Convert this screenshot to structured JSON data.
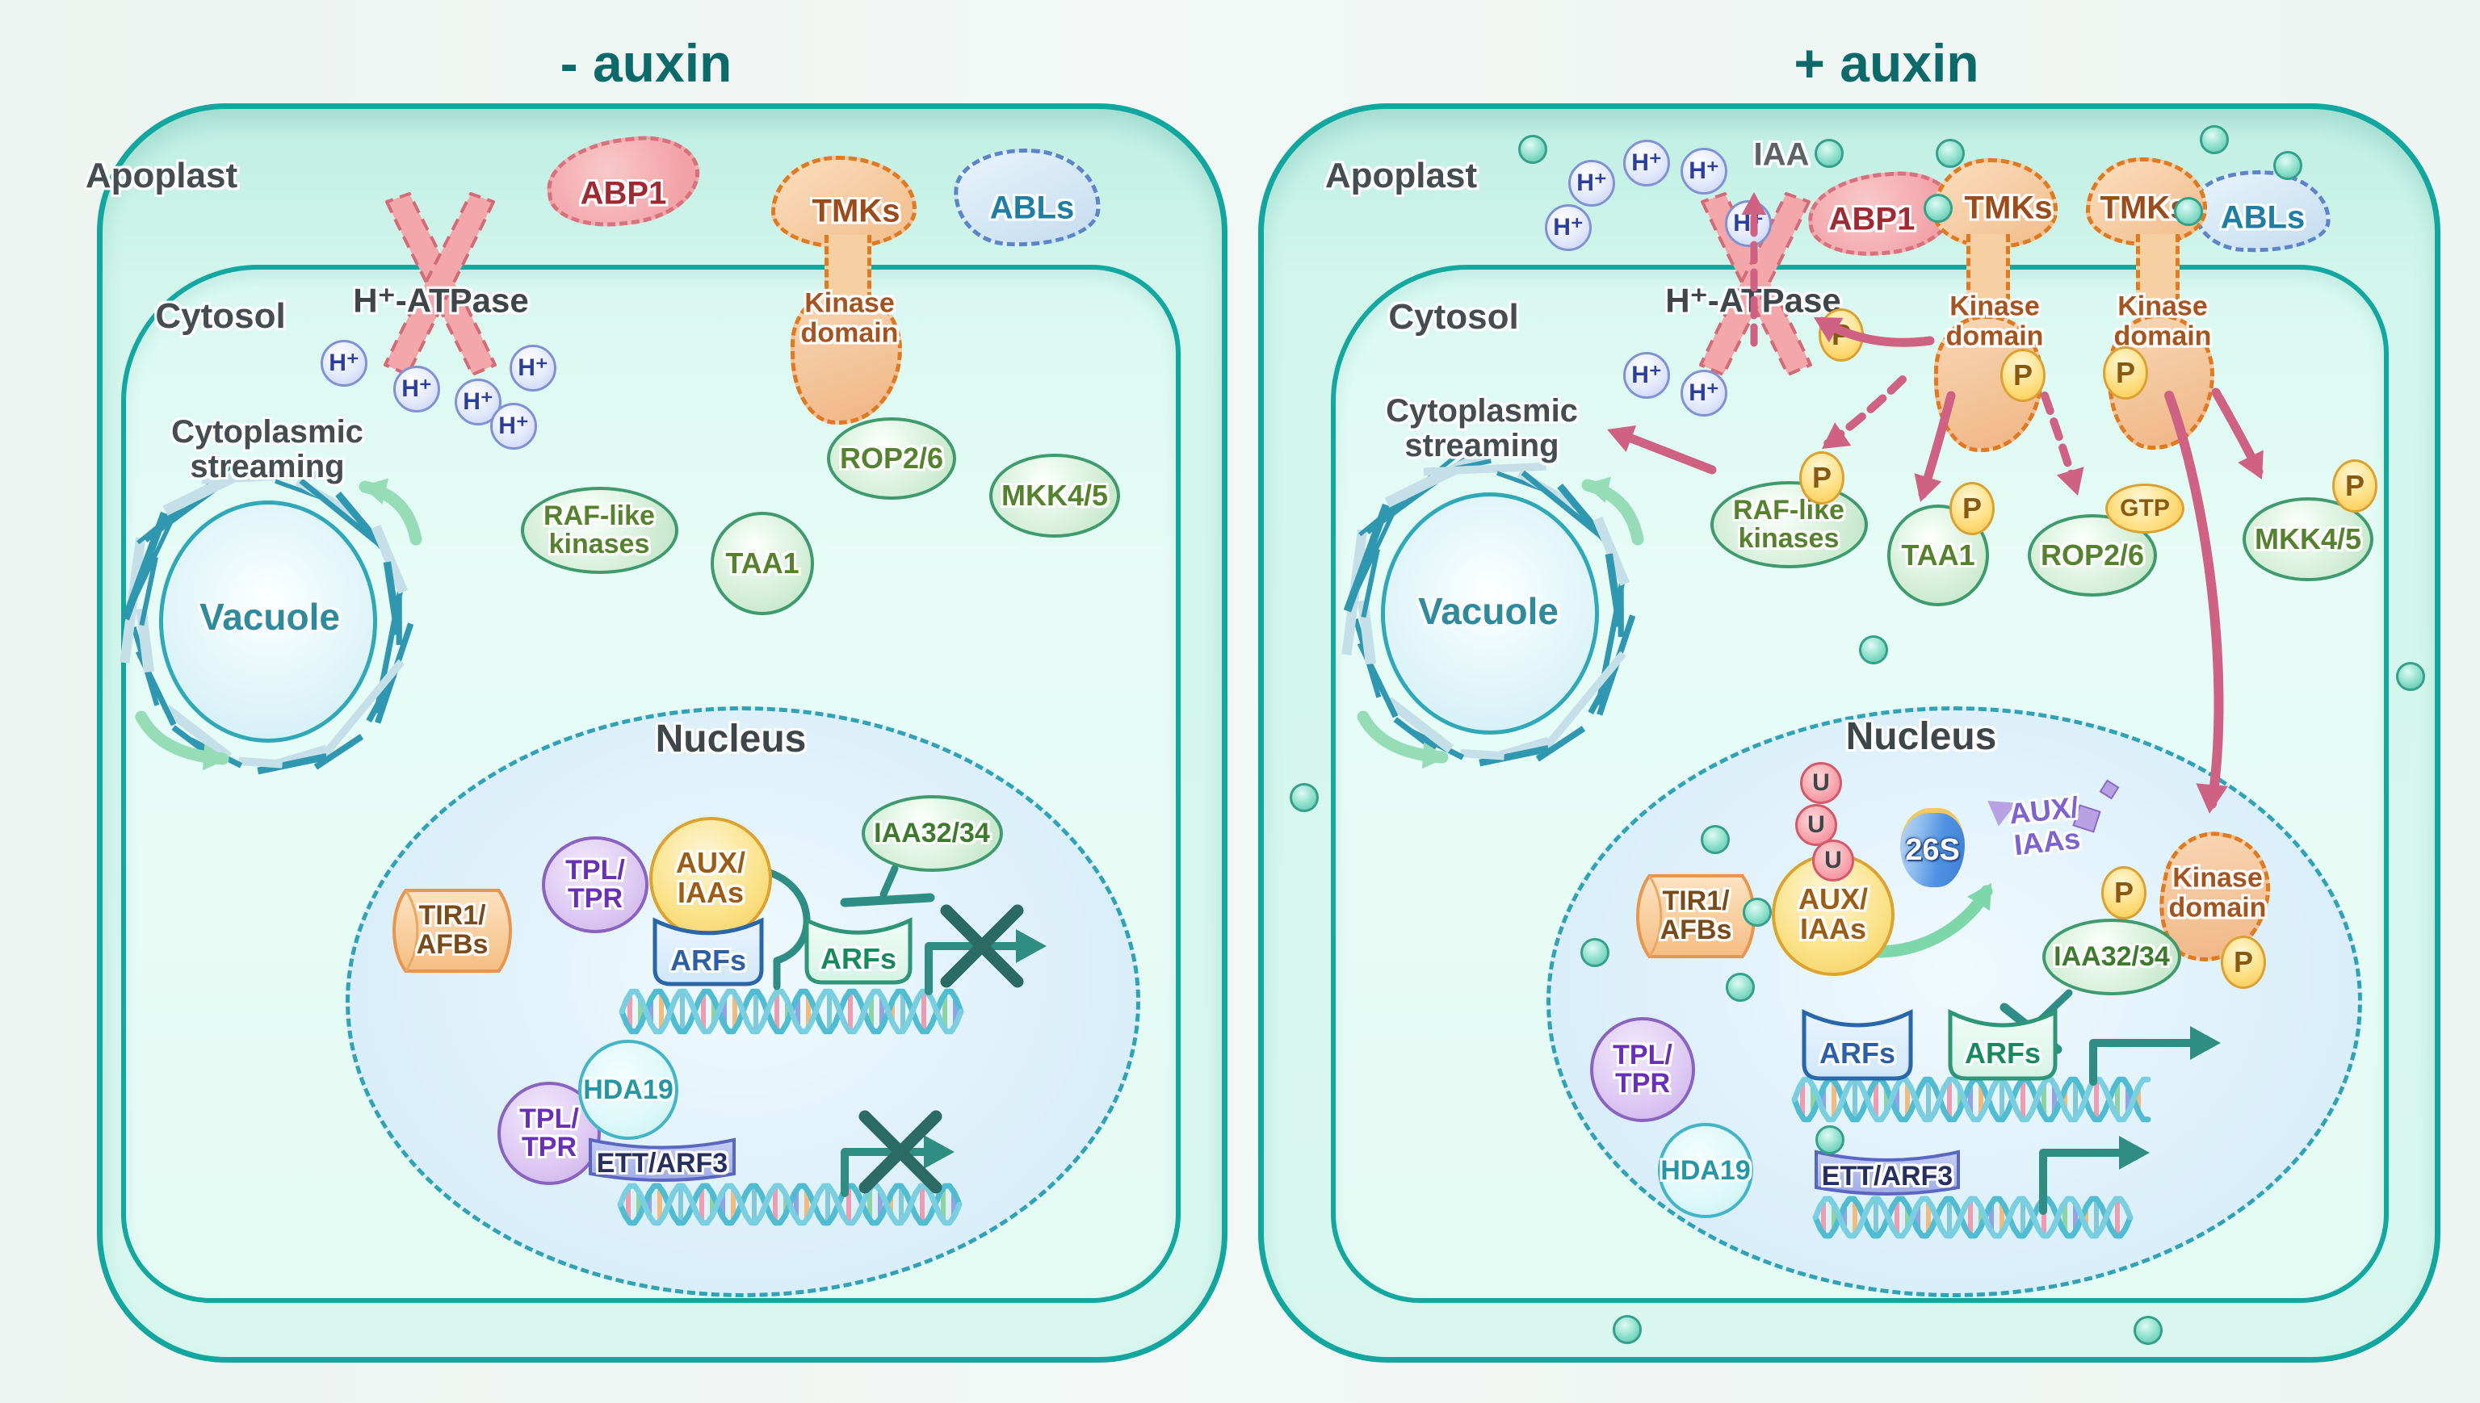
{
  "titles": {
    "left": "- auxin",
    "right": "+ auxin"
  },
  "regions": {
    "apoplast": "Apoplast",
    "cytosol": "Cytosol",
    "nucleus": "Nucleus",
    "vacuole": "Vacuole",
    "cytoplasmic_streaming_line1": "Cytoplasmic",
    "cytoplasmic_streaming_line2": "streaming"
  },
  "molecules": {
    "iaa": "IAA",
    "hplus": "H⁺",
    "atpase": "H⁺-ATPase",
    "abp1": "ABP1",
    "tmks": "TMKs",
    "abls": "ABLs",
    "kinase_domain_line1": "Kinase",
    "kinase_domain_line2": "domain",
    "raf_line1": "RAF-like",
    "raf_line2": "kinases",
    "taa1": "TAA1",
    "rop26": "ROP2/6",
    "mkk45": "MKK4/5",
    "tir1_line1": "TIR1/",
    "tir1_line2": "AFBs",
    "tpl_line1": "TPL/",
    "tpl_line2": "TPR",
    "auxiaa_line1": "AUX/",
    "auxiaa_line2": "IAAs",
    "arfs": "ARFs",
    "iaa3234": "IAA32/34",
    "hda19": "HDA19",
    "ettarf3": "ETT/ARF3",
    "proteasome": "26S",
    "ubiquitin": "U",
    "phospho": "P",
    "gtp": "GTP"
  },
  "colors": {
    "membrane": "#12a79e",
    "title": "#0c6a6a",
    "pink_arrow": "#cf6183",
    "transcription_arrow": "#2f8d84",
    "inhibition": "#2e8d85",
    "auxin_dot": "#6cc9b8",
    "nucleus_border": "#2fa3b5"
  }
}
